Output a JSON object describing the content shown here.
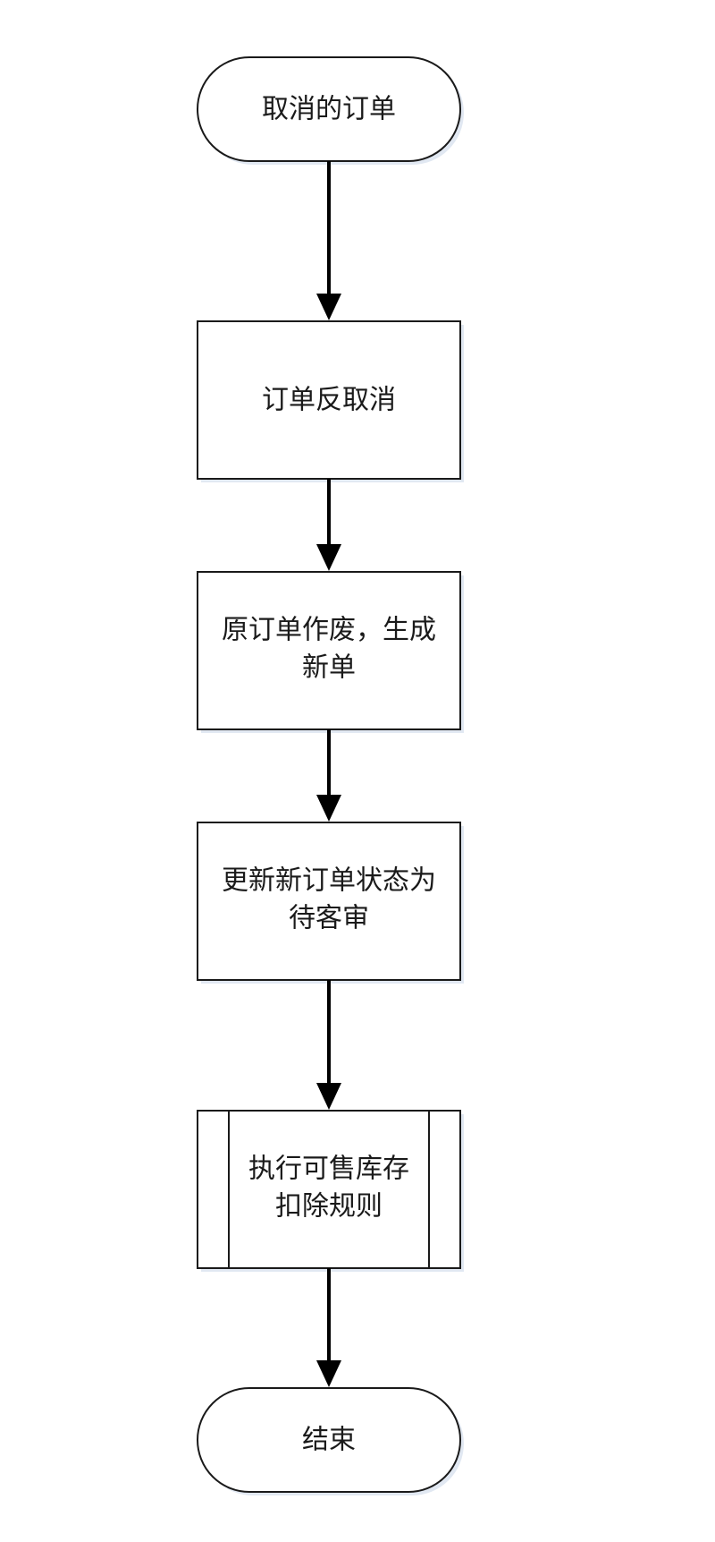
{
  "flowchart": {
    "start": "取消的订单",
    "step_uncancel": "订单反取消",
    "step_void_line1": "原订单作废，生成",
    "step_void_line2": "新单",
    "step_status_line1": "更新新订单状态为",
    "step_status_line2": "待客审",
    "subprocess_line1": "执行可售库存",
    "subprocess_line2": "扣除规则",
    "end": "结束"
  }
}
